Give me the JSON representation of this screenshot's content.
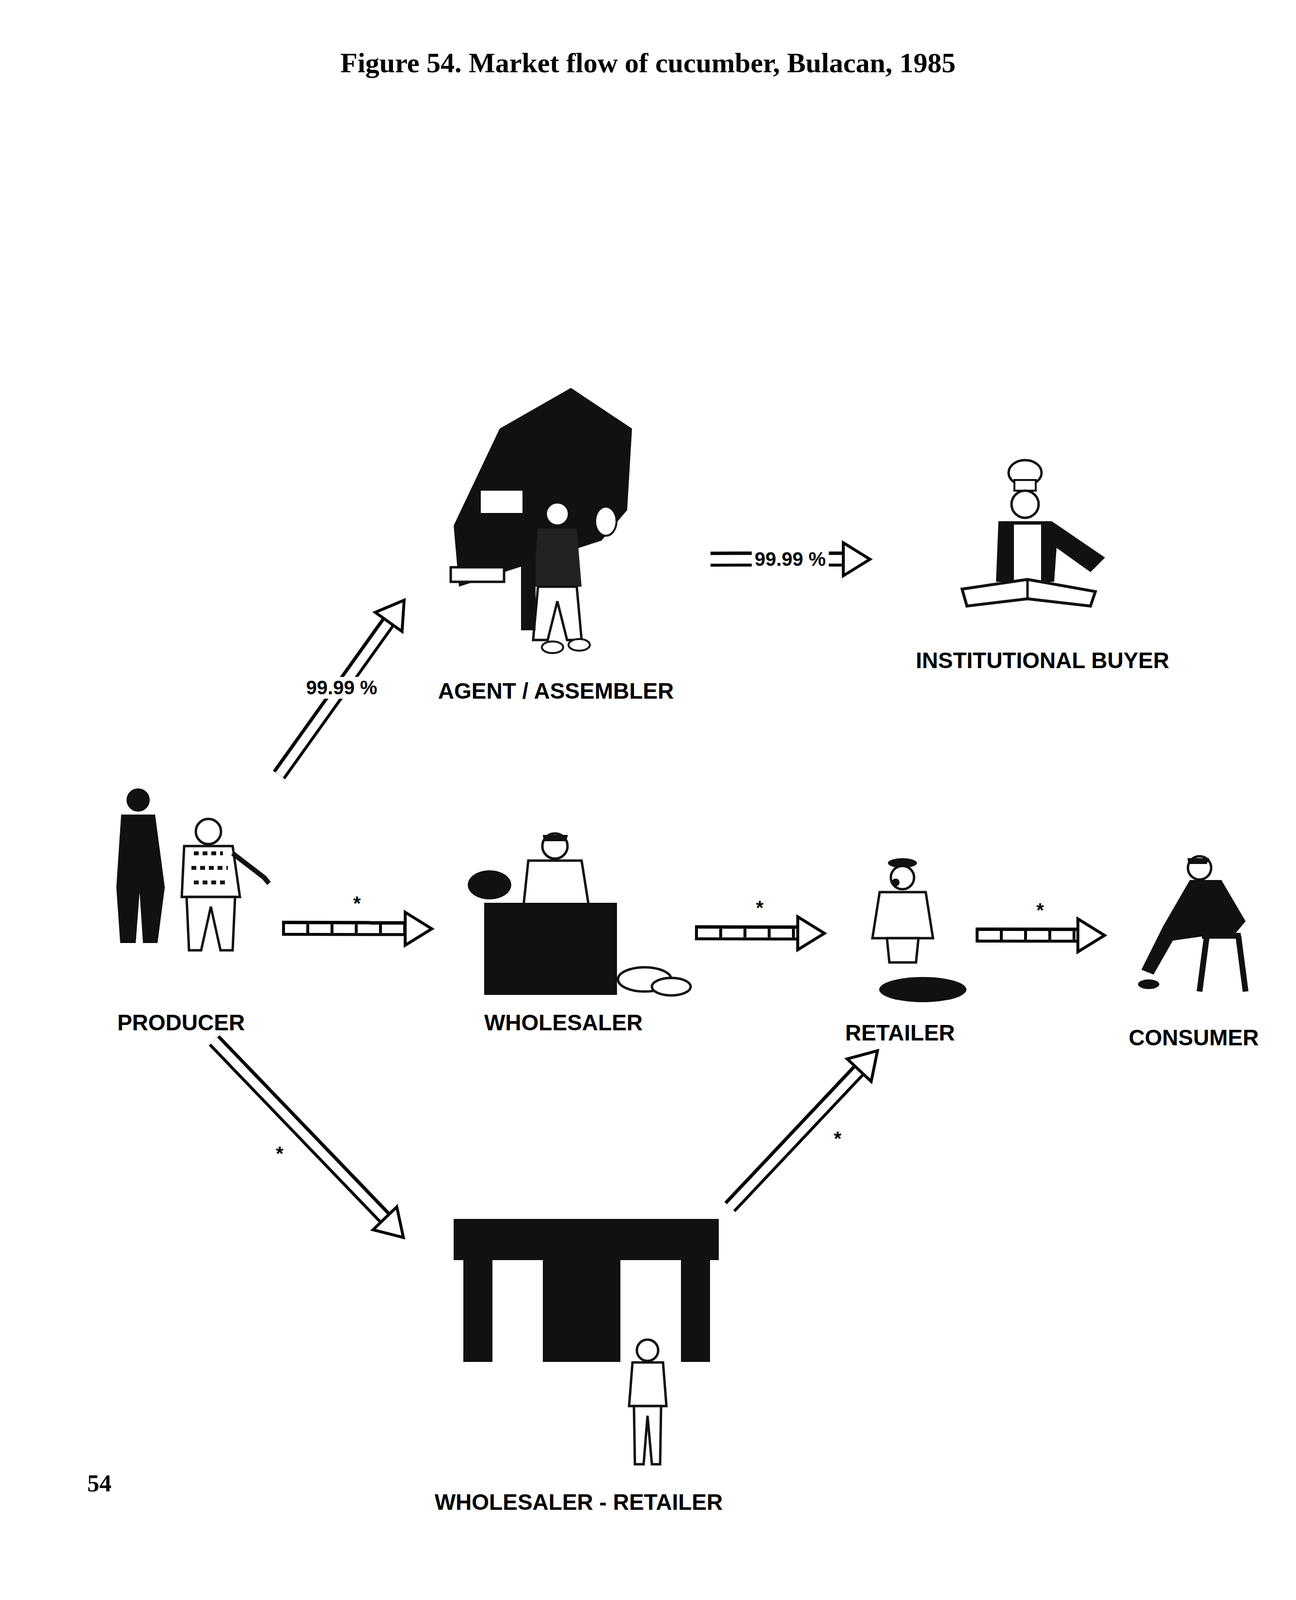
{
  "diagram": {
    "title": "Figure 54. Market flow of cucumber, Bulacan, 1985",
    "nodes": [
      {
        "text": [
          "AGENT / ASSEMBLER"
        ]
      },
      {
        "text": [
          "INSTITUTIONAL BUYER"
        ]
      },
      {
        "text": [
          "PRODUCER"
        ]
      },
      {
        "text": [
          "WHOLESALER"
        ]
      },
      {
        "text": [
          "RETAILER"
        ]
      },
      {
        "text": [
          "CONSUMER"
        ]
      },
      {
        "text": [
          "WHOLESALER - RETAILER"
        ]
      }
    ],
    "edges": [
      {
        "from": 2,
        "to": 0,
        "label": "99.99 %",
        "arrow": "to"
      },
      {
        "from": 0,
        "to": 1,
        "label": "99.99 %",
        "arrow": "to"
      },
      {
        "from": 2,
        "to": 3,
        "label": "*",
        "arrow": "to"
      },
      {
        "from": 3,
        "to": 4,
        "label": "*",
        "arrow": "to"
      },
      {
        "from": 4,
        "to": 5,
        "label": "*",
        "arrow": "to"
      },
      {
        "from": 2,
        "to": 6,
        "label": "*",
        "arrow": "to"
      },
      {
        "from": 6,
        "to": 4,
        "label": "*",
        "arrow": "to"
      }
    ],
    "labels": [
      "54"
    ]
  }
}
